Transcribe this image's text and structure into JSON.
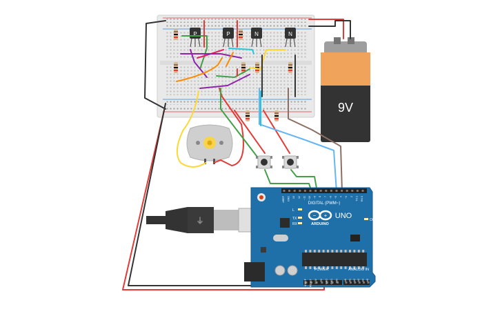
{
  "battery": {
    "label": "9V"
  },
  "transistors": [
    {
      "label": "P"
    },
    {
      "label": "P"
    },
    {
      "label": "N"
    },
    {
      "label": "N"
    }
  ],
  "arduino": {
    "brand": "ARDUINO",
    "model": "UNO",
    "digital_header": "DIGITAL (PWM~)",
    "power_header": "POWER",
    "analog_header": "ANALOG IN",
    "on_label": "ON",
    "tx_label": "TX",
    "rx_label": "RX",
    "l_label": "L",
    "digital_pins": [
      "AREF",
      "GND",
      "13",
      "12",
      "~11",
      "~10",
      "~9",
      "8",
      "7",
      "~6",
      "~5",
      "4",
      "~3",
      "2",
      "TX 1",
      "RX 0"
    ],
    "power_pins": [
      "IOREF",
      "RESET",
      "3.3V",
      "5V",
      "GND",
      "GND",
      "VIN"
    ],
    "analog_pins": [
      "A0",
      "A1",
      "A2",
      "A3",
      "A4",
      "A5"
    ]
  },
  "colors": {
    "wire_red": "#e53935",
    "wire_black": "#333333",
    "wire_green": "#43a047",
    "wire_blue": "#64b5f6",
    "wire_brown": "#8d6e63",
    "wire_yellow": "#fdd835",
    "wire_orange": "#fb8c00",
    "wire_purple": "#8e24aa",
    "wire_pink": "#e91e63",
    "wire_cyan": "#26c6da",
    "board_blue": "#1f6fa8",
    "battery_orange": "#f0a35a",
    "battery_black": "#333333"
  }
}
